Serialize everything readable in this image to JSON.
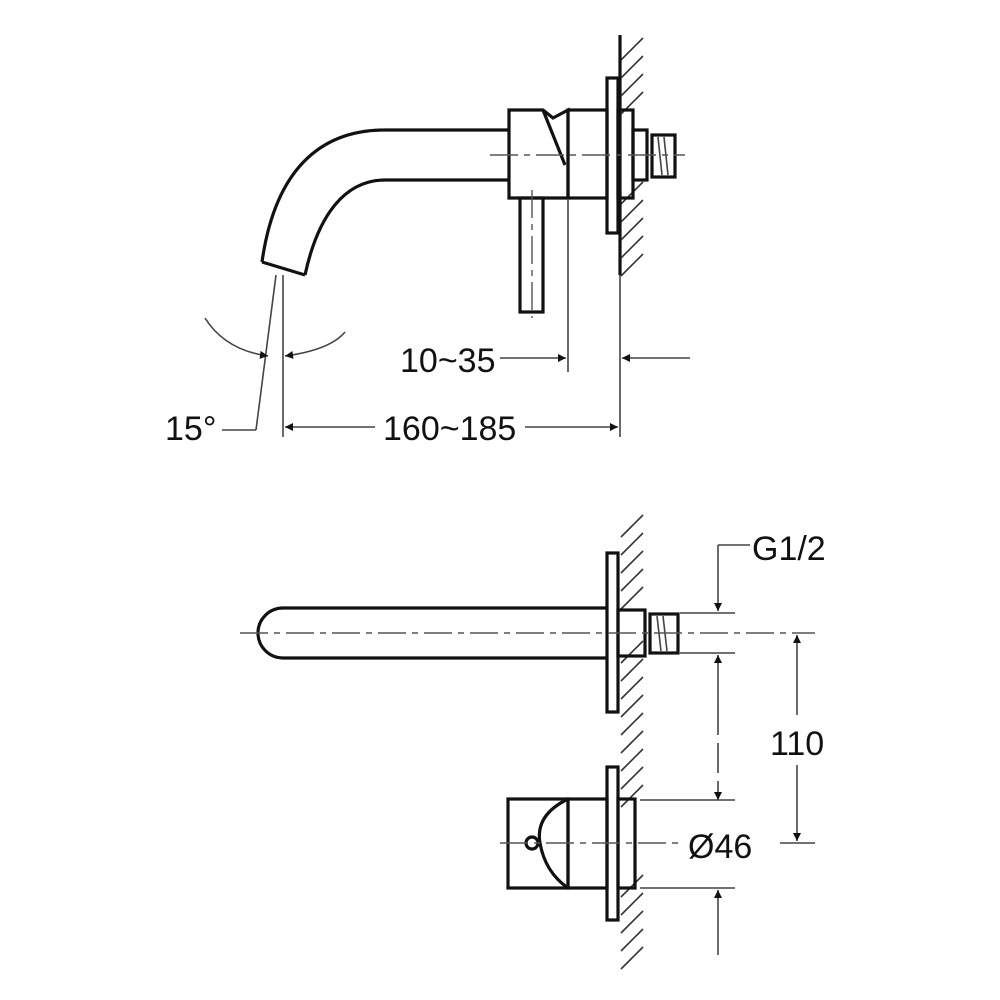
{
  "labels": {
    "angle": "15°",
    "projection_range": "160~185",
    "wall_offset_range": "10~35",
    "thread": "G1/2",
    "spacing": "110",
    "diameter": "Ø46"
  },
  "colors": {
    "line": "#111111",
    "background": "#ffffff"
  }
}
